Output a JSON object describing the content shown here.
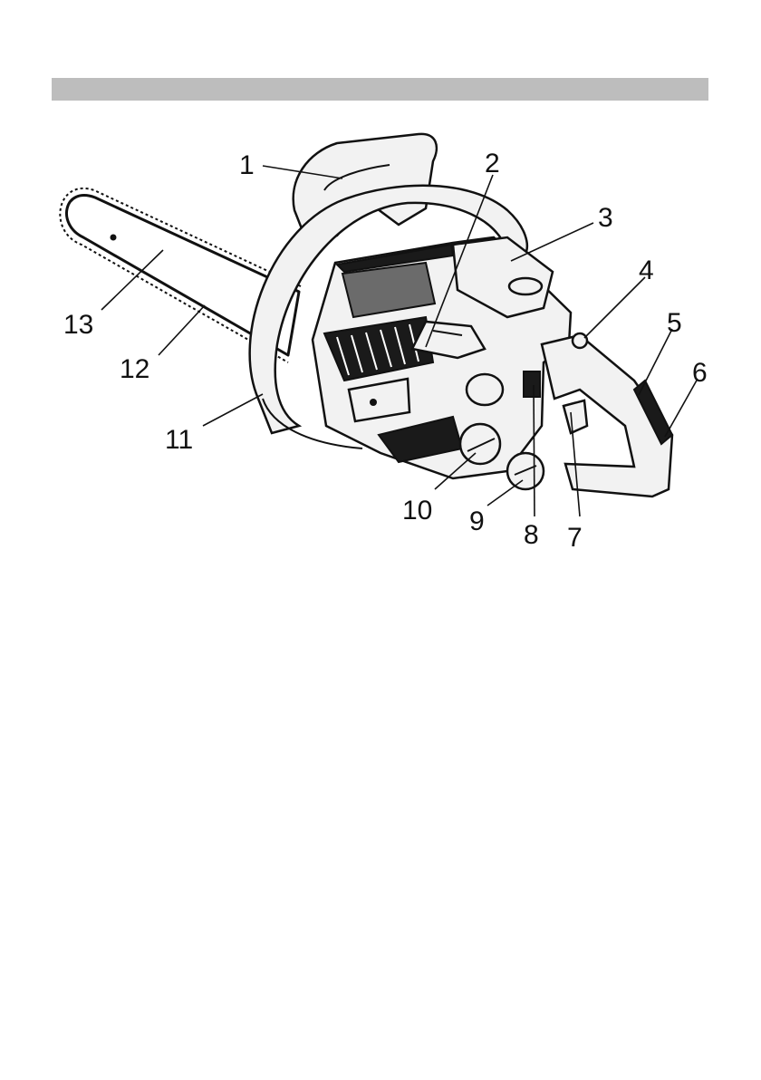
{
  "callouts": [
    {
      "id": "1",
      "label": "1"
    },
    {
      "id": "2",
      "label": "2"
    },
    {
      "id": "3",
      "label": "3"
    },
    {
      "id": "4",
      "label": "4"
    },
    {
      "id": "5",
      "label": "5"
    },
    {
      "id": "6",
      "label": "6"
    },
    {
      "id": "7",
      "label": "7"
    },
    {
      "id": "8",
      "label": "8"
    },
    {
      "id": "9",
      "label": "9"
    },
    {
      "id": "10",
      "label": "10"
    },
    {
      "id": "11",
      "label": "11"
    },
    {
      "id": "12",
      "label": "12"
    },
    {
      "id": "13",
      "label": "13"
    }
  ],
  "colors": {
    "header_bar": "#bdbdbd",
    "line": "#111111",
    "background": "#ffffff"
  }
}
